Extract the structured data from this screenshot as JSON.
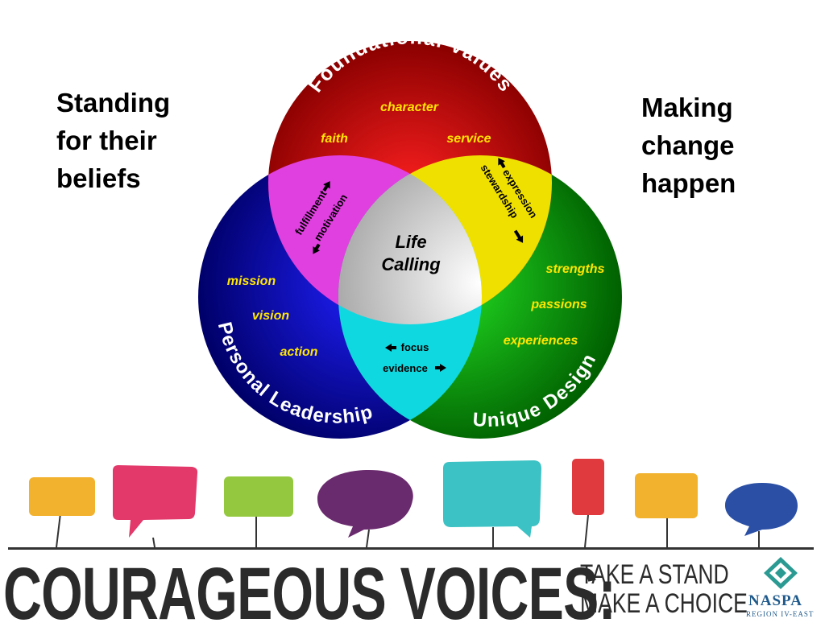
{
  "left_statement": [
    "Standing",
    "for their",
    "beliefs"
  ],
  "right_statement": [
    "Making",
    "change",
    "happen"
  ],
  "venn": {
    "circles": {
      "top": {
        "label": "Foundational Values",
        "color": "#c81010",
        "words": [
          "character",
          "faith",
          "service"
        ]
      },
      "left": {
        "label": "Personal Leadership",
        "color": "#1010c8",
        "words": [
          "mission",
          "vision",
          "action"
        ]
      },
      "right": {
        "label": "Unique Design",
        "color": "#10a810",
        "words": [
          "strengths",
          "passions",
          "experiences"
        ]
      }
    },
    "overlaps": {
      "top_left": {
        "words": [
          "fulfillment",
          "motivation"
        ]
      },
      "top_right": {
        "words": [
          "stewardship",
          "expression"
        ]
      },
      "bottom": {
        "words": [
          "focus",
          "evidence"
        ]
      }
    },
    "center": {
      "lines": [
        "Life",
        "Calling"
      ]
    }
  },
  "banner": {
    "title": "COURAGEOUS VOICES:",
    "tagline": [
      "TAKE A STAND",
      "MAKE A CHOICE"
    ],
    "logo": {
      "name": "NASPA",
      "subtext": "REGION IV-EAST"
    },
    "bubble_colors": [
      "#f2b22e",
      "#e2386a",
      "#94c93f",
      "#6a2a6e",
      "#3cc2c4",
      "#e03a3e",
      "#f2b22e",
      "#2a4fa5"
    ]
  }
}
